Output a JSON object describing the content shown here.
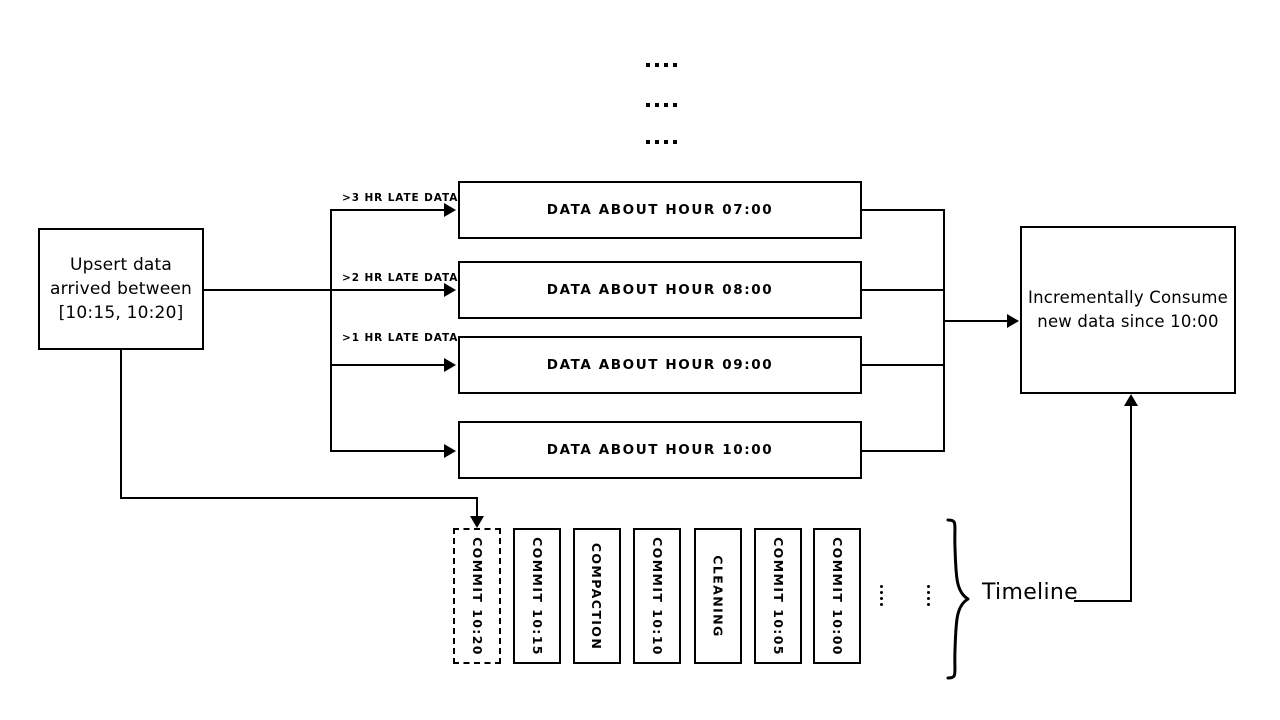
{
  "diagram": {
    "title": "Incremental ingestion with late-arriving data and commit timeline",
    "colors": {
      "stroke": "#000000",
      "background": "#ffffff"
    }
  },
  "source": {
    "name": "upsert-source",
    "lines": [
      "Upsert data",
      "arrived between",
      "[10:15, 10:20]"
    ]
  },
  "edge_labels": [
    {
      "text": ">3 HR LATE DATA"
    },
    {
      "text": ">2 HR LATE DATA"
    },
    {
      "text": ">1 HR LATE DATA"
    }
  ],
  "hour_partitions": [
    {
      "label": "DATA ABOUT HOUR 07:00"
    },
    {
      "label": "DATA ABOUT HOUR 08:00"
    },
    {
      "label": "DATA ABOUT HOUR 09:00"
    },
    {
      "label": "DATA ABOUT HOUR 10:00"
    }
  ],
  "ellipsis_top": [
    "....",
    "....",
    "...."
  ],
  "consumer": {
    "name": "incremental-consumer",
    "lines": [
      "Incrementally Consume",
      "new data since 10:00"
    ]
  },
  "timeline": {
    "label": "Timeline",
    "commits": [
      {
        "label": "COMMIT 10:20",
        "style": "dashed"
      },
      {
        "label": "COMMIT 10:15",
        "style": "solid"
      },
      {
        "label": "COMPACTION",
        "style": "solid"
      },
      {
        "label": "COMMIT 10:10",
        "style": "solid"
      },
      {
        "label": "CLEANING",
        "style": "solid"
      },
      {
        "label": "COMMIT 10:05",
        "style": "solid"
      },
      {
        "label": "COMMIT 10:00",
        "style": "solid"
      }
    ],
    "ellipsis_count": 2
  }
}
